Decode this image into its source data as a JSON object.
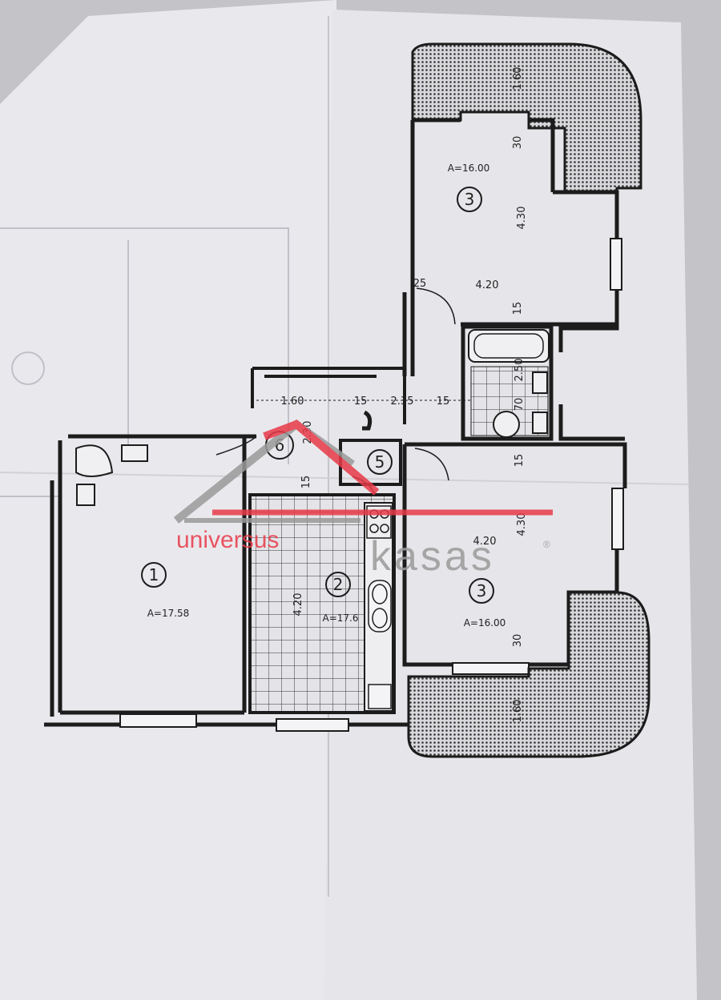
{
  "colors": {
    "paper": "#e8e8ec",
    "ink": "#1c1c1c",
    "hatch": "#3a3a3a",
    "watermark_red": "#e83a48",
    "watermark_gray": "#9a9a9a"
  },
  "rooms": [
    {
      "number": "1",
      "area": "A=17.58"
    },
    {
      "number": "2",
      "area": "A=17.6"
    },
    {
      "number": "3",
      "area": "A=16.00"
    },
    {
      "number": "3",
      "area": "A=16.00"
    },
    {
      "number": "5"
    },
    {
      "number": "6"
    }
  ],
  "dimensions": {
    "top_balcony_depth": "1.60",
    "top_bedroom_wall": "30",
    "top_bedroom_depth": "4.30",
    "top_bedroom_width": "4.20",
    "door_25": "25",
    "wall_15_a": "15",
    "bath_depth": "2.50",
    "bath_70": "70",
    "corridor_160": "1.60",
    "corridor_15_a": "15",
    "corridor_235": "2.35",
    "corridor_15_b": "15",
    "hall_230": "2.30",
    "hall_15": "15",
    "lower_wall_15": "15",
    "lower_bedroom_width": "4.20",
    "lower_bedroom_depth": "4.30",
    "kitchen_depth": "4.20",
    "lower_bedroom_wall": "30",
    "lower_balcony_depth": "1.60"
  },
  "watermark": {
    "brand_left": "universus",
    "brand_right": "kasas",
    "registered": "®"
  }
}
